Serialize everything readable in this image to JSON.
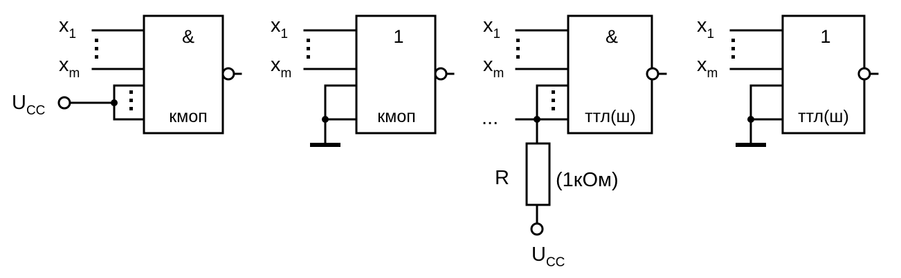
{
  "gates": [
    {
      "symbol": "&",
      "technology": "кмоп",
      "inputs": [
        {
          "base": "x",
          "sub": "1"
        },
        {
          "base": "x",
          "sub": "m"
        }
      ],
      "unused_inputs": "tied to supply",
      "supply_label": {
        "base": "U",
        "sub": "CC"
      }
    },
    {
      "symbol": "1",
      "technology": "кмоп",
      "inputs": [
        {
          "base": "x",
          "sub": "1"
        },
        {
          "base": "x",
          "sub": "m"
        }
      ],
      "unused_inputs": "tied to ground"
    },
    {
      "symbol": "&",
      "technology": "ттл(ш)",
      "inputs": [
        {
          "base": "x",
          "sub": "1"
        },
        {
          "base": "x",
          "sub": "m"
        }
      ],
      "unused_inputs": "pulled up via resistor",
      "extra_input": "...",
      "resistor": {
        "label": "R",
        "value": "(1кОм)"
      },
      "supply_label": {
        "base": "U",
        "sub": "CC"
      }
    },
    {
      "symbol": "1",
      "technology": "ттл(ш)",
      "inputs": [
        {
          "base": "x",
          "sub": "1"
        },
        {
          "base": "x",
          "sub": "m"
        }
      ],
      "unused_inputs": "tied to ground"
    }
  ]
}
